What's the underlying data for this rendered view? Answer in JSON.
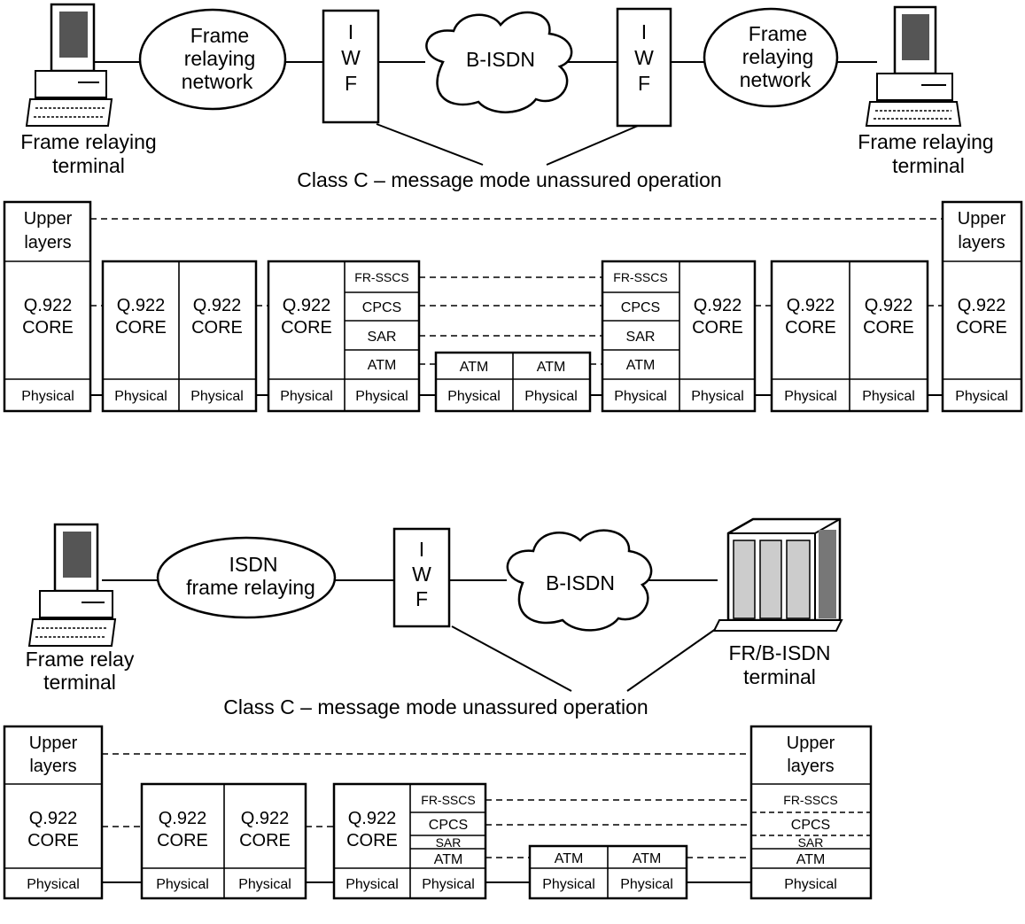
{
  "top": {
    "left_cloud": "Frame relaying network",
    "left_cloud_lines": [
      "Frame",
      "relaying",
      "network"
    ],
    "right_cloud_lines": [
      "Frame",
      "relaying",
      "network"
    ],
    "iwf_letters": [
      "I",
      "W",
      "F"
    ],
    "bisdn": "B-ISDN",
    "left_terminal_lines": [
      "Frame relaying",
      "terminal"
    ],
    "right_terminal_lines": [
      "Frame relaying",
      "terminal"
    ],
    "caption": "Class C – message mode unassured operation"
  },
  "bottom": {
    "left_cloud_lines": [
      "ISDN",
      "frame relaying"
    ],
    "iwf_letters": [
      "I",
      "W",
      "F"
    ],
    "bisdn": "B-ISDN",
    "left_terminal_lines": [
      "Frame relay",
      "terminal"
    ],
    "right_terminal_lines": [
      "FR/B-ISDN",
      "terminal"
    ],
    "caption": "Class C – message mode unassured operation"
  },
  "layers": {
    "upper": [
      "Upper",
      "layers"
    ],
    "q922": [
      "Q.922",
      "CORE"
    ],
    "physical": "Physical",
    "fr_sscs": "FR-SSCS",
    "cpcs": "CPCS",
    "sar": "SAR",
    "atm": "ATM"
  }
}
